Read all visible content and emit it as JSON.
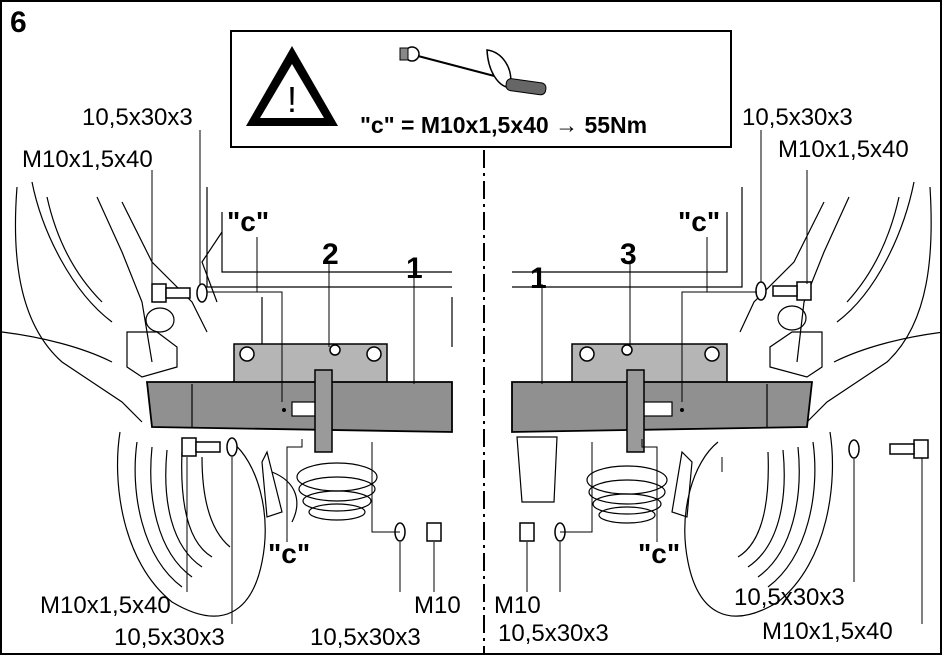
{
  "step_number": "6",
  "warning": {
    "torque_text": "\"c\" = M10x1,5x40 → 55Nm",
    "icon": "warning-triangle-icon",
    "tool_icon": "torque-wrench-icon"
  },
  "callouts": {
    "part_1_left": "1",
    "part_2": "2",
    "part_1_right": "1",
    "part_3": "3",
    "c_top_left": "\"c\"",
    "c_top_right": "\"c\"",
    "c_bottom_left": "\"c\"",
    "c_bottom_right": "\"c\""
  },
  "labels": {
    "tl_washer": "10,5x30x3",
    "tl_bolt": "M10x1,5x40",
    "tr_washer": "10,5x30x3",
    "tr_bolt": "M10x1,5x40",
    "bl_bolt": "M10x1,5x40",
    "bl_washer": "10,5x30x3",
    "bc_nut_left": "M10",
    "bc_washer_left": "10,5x30x3",
    "bc_nut_right": "M10",
    "bc_washer_right": "10,5x30x3",
    "br_washer": "10,5x30x3",
    "br_bolt": "M10x1,5x40"
  },
  "colors": {
    "beam": "#909090",
    "line": "#000000",
    "background": "#ffffff"
  }
}
